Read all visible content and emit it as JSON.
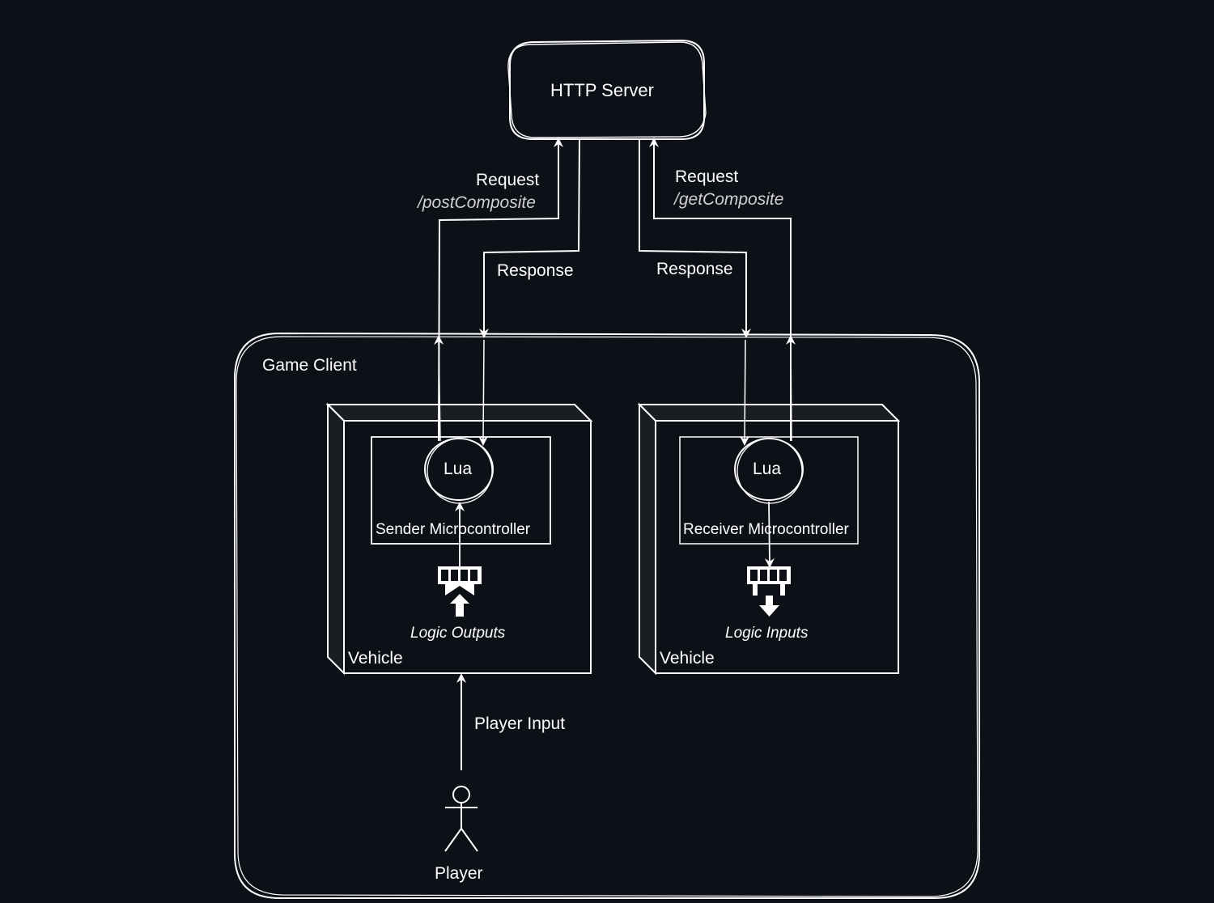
{
  "diagram": {
    "background": "#0d1117",
    "stroke_color": "#ffffff",
    "nodes": {
      "http_server": {
        "label": "HTTP Server"
      },
      "game_client": {
        "label": "Game Client"
      },
      "sender_vehicle": {
        "label": "Vehicle",
        "microcontroller": {
          "label": "Sender Microcontroller",
          "script": "Lua"
        },
        "io": {
          "label": "Logic Outputs",
          "icon": "logic-outputs-icon"
        }
      },
      "receiver_vehicle": {
        "label": "Vehicle",
        "microcontroller": {
          "label": "Receiver Microcontroller",
          "script": "Lua"
        },
        "io": {
          "label": "Logic Inputs",
          "icon": "logic-inputs-icon"
        }
      },
      "player": {
        "label": "Player",
        "icon": "actor-icon"
      }
    },
    "edges": {
      "post_request": {
        "label": "Request",
        "path": "/postComposite"
      },
      "post_response": {
        "label": "Response"
      },
      "get_request": {
        "label": "Request",
        "path": "/getComposite"
      },
      "get_response": {
        "label": "Response"
      },
      "player_input": {
        "label": "Player Input"
      }
    }
  }
}
